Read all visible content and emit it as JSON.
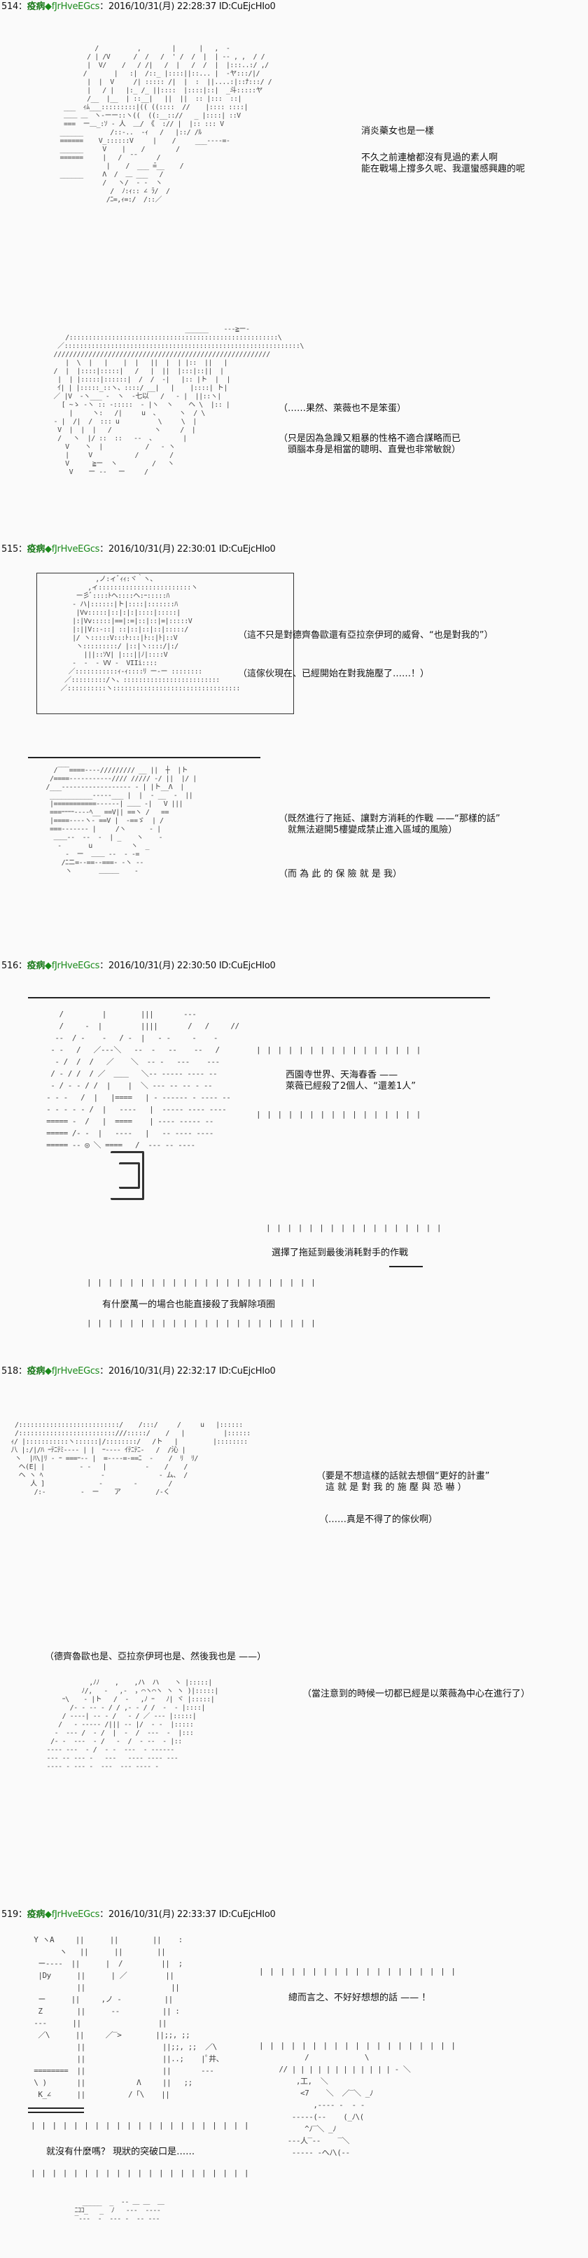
{
  "posts": [
    {
      "number": "514",
      "sep": "：",
      "name": "疫病",
      "trip": "◆fJrHveEGcs",
      "meta": "：2016/10/31(月) 22:28:37 ID:CuEjcHIo0",
      "lines": [
        {
          "id": "a",
          "text": "消炎藥女也是一樣"
        },
        {
          "id": "b",
          "text": "不久之前連槍都沒有見過的素人啊\n能在戰場上撐多久呢、我還蠻感興趣的呢"
        },
        {
          "id": "c",
          "text": "（……果然、萊薇也不是笨蛋）"
        },
        {
          "id": "d",
          "text": "（只是因為急躁又粗暴的性格不適合謀略而已\n　頭腦本身是相當的聰明、直覺也非常敏銳）"
        }
      ]
    },
    {
      "number": "515",
      "sep": "：",
      "name": "疫病",
      "trip": "◆fJrHveEGcs",
      "meta": "：2016/10/31(月) 22:30:01 ID:CuEjcHIo0",
      "lines": [
        {
          "id": "a",
          "text": "（這不只是對德齊魯歐還有亞拉奈伊珂的威脅、“也是對我的”）"
        },
        {
          "id": "b",
          "text": "（這傢伙現在、已經開始在對我施壓了……！）"
        },
        {
          "id": "c",
          "text": "（既然進行了拖延、讓對方消耗的作戰 ——“那樣的話”\n　就無法避開5樓變成禁止進入區域的風險）"
        },
        {
          "id": "d",
          "text": "（而 為 此 的 保 險 就 是 我）"
        }
      ]
    },
    {
      "number": "516",
      "sep": "：",
      "name": "疫病",
      "trip": "◆fJrHveEGcs",
      "meta": "：2016/10/31(月) 22:30:50 ID:CuEjcHIo0",
      "lines": [
        {
          "id": "a",
          "text": "西園寺世界、天海春香 ——\n萊薇已經殺了2個人、“還差1人”"
        },
        {
          "id": "b",
          "text": "選擇了拖延到最後消耗對手的作戰"
        },
        {
          "id": "c",
          "text": "有什麼萬一的場合也能直接殺了我解除項圈"
        }
      ]
    },
    {
      "number": "518",
      "sep": "：",
      "name": "疫病",
      "trip": "◆fJrHveEGcs",
      "meta": "：2016/10/31(月) 22:32:17 ID:CuEjcHIo0",
      "lines": [
        {
          "id": "a",
          "text": "（要是不想這樣的話就去想個“更好的計畫”\n　這 就 是 對 我 的 施 壓 與 恐 嚇 ）"
        },
        {
          "id": "b",
          "text": "（……真是不得了的傢伙啊）"
        },
        {
          "id": "c",
          "text": "（德齊魯歐也是、亞拉奈伊珂也是、然後我也是 ——）"
        },
        {
          "id": "d",
          "text": "（當注意到的時候一切都已經是以萊薇為中心在進行了）"
        }
      ]
    },
    {
      "number": "519",
      "sep": "：",
      "name": "疫病",
      "trip": "◆fJrHveEGcs",
      "meta": "：2016/10/31(月) 22:33:37 ID:CuEjcHIo0",
      "lines": [
        {
          "id": "a",
          "text": "總而言之、不好好想想的話 —— ！"
        },
        {
          "id": "b",
          "text": "就沒有什麼嗎？ 現狀的突破口是……"
        }
      ]
    }
  ],
  "ascii_art": {
    "p514_fig1": "          /          ,        |      |   ,  ‐\n        / | /V      /  /   /  ' /  /  |  | ‐‐ , ,  / /\n        |  V/    /   / /|   /  |   /  /  |  |:::..:/ ,/\n       /       |   :|  /::_ |::::||::... |  ‐ヤ:::/|/\n        |  |  V     /| ::::: /|  |  :  ||....:|::ﾅ:::/ /\n        |   / |   |:_ /_ ||::::  |::::|::|  _斗:::::ヤ\n        /__  |__  | ::__|   ||  ||  :: |:::  ::|\n  ___  ｨﾑ___:::::::::|(( ((::::  //    |:::: ::::|\n  ＿＿ ＿　ヽ‐ーー::ヽ((  ((:__:://   _ |::::| ::V\n  ===  ー＿_:ｿ ‐ 人  ＿/ 《  :// |  |:: ::: V\n ______       /::-..  -ｨ   /   |::/ /ﾙ\n ======    V_::::::V     |    /     ___----=-\n ______     V    |    /        /\n ======     |   /  ̄ ̄      /\n             |    /  ___ ̄=__    /\n ______     Λ  /  ＿ ___   /\n            /   ヽ/  ‐ ‐  ヽ\n              /  ﾉ:ｨ:: ∠ ﾗ/  /\n             /ﾆ=,ｨ=:/  /::／",
    "p514_fig2": "                                     ______    ‐--≧ー‐\n      /::::::::::::::::::::::::::::::::::::::::::::::::::::::\\\n    ／:::::::::::::::::::::::::::::::::::::::::::::::::::::::::::::\\\n   ////////////////////////////////////////////////////////\n      |  \\  |   |    |  |   ||  |  | |::  ||   |\n   /  |  |::::|:::::|   /   |  ||  |:::|::||  |\n    |  | |:::::|::::::|  /  /  ‐|   |:: |ト  |  |\n    ｲ| | |:::::_::ヽ、::::/ __|   |    |::::| ト|\n   ／ |V  ‐ヽ___ ‐  ヽ  ‐七以   /   ‐ |  ||::ヽ|\n     [ ~ゝ ‐ヽ :: ‐:::::  ‐ |ヽ  ヽ    ヘ \\  |:: |\n       |     ヽ:   /|     u  、     ヽ  / \\\n   ‐ |  /|  /  ::: u          \\     \\  |\n    V  |  |  |   /           ヽ     /  |\n    /   ヽ  |/ ::  ::   ‐‐  、       |\n      V    ヽ  |           /   ‐ ヽ\n      |     V           /        /\n      V      ≧ー  ヽ         /   ヽ\n       V    ー ‐‐   ー     /",
    "p515_fig1": "            ,ノ:ィﾞｨｨ:ヾ｀ヽ、\n          ,ィ::::::::::::::::::::::::ヽ\n       ー彡ﾞ::::ﾄヘ::::ヘ:ｰ:::::ﾊ\n      ‐ ハ|::::::|ト|::::|:::::::ﾊ\n       |Vv:::::|::|:|:|::::|:::::|\n      |:|Vv:::::|==|:=|::|::|=|:::::V\n      |:||V::‐::| ::|::|::|::|:::::/\n      |/ ヽ:::::V:::ﾄ:::|ﾄ::|ﾄ|::V\n       ヽ:::::::::/ |::|ヽ::::/|:/\n         |||::ｿV| |:::||ﾉ|::::V\n      ‐  ‐  ‐ VV ‐  VIIi::::\n     ／:::::::::::ｨ‐ｨ::::ﾘ ー‐ー ::::::::\n    ／:::::::::/ヽ、:::::::::::::::::::::::::\n   ／::::::::::ヽ:::::::::::::::::::::::::::::::::",
    "p515_fig2": "   /‾‾‾====‐‐‐‐///////// __ ||  ┼  |ト\n  /====‐‐‐‐‐‐‐‐‐‐‐//// ///// ‐/ ||  |/ |\n /___‐‐‐‐‐‐‐‐‐‐‐‐‐‐‐‐‐‐ ‐ | |ト__Λ  |\n  ___________‐‐‐‐‐___ |  |  ‐ __  ‐  ||\n  |===========‐‐‐‐‐‐| ＿＿ ‐|   V |||\n  ===ｰｰｰｰ‐‐‐‐ﾍ__ ==V|| ==ヽ /   ==\n  |====‐‐‐‐ヽ‐ ==V |  ‐==ゞ  | /\n  ===‐‐‐‐‐‐‐ |     /ヽ      ‐ |\n   ＿＿‐‐  ‐‐  ‐  | _    ヽ    ‐\n    ‐       u          ヽ  _\n      ‐  ー  ＿＿ ‐‐  ‐ ‐=\n     /ﾆニ=‐‐==‐‐===‐ ‐ヽ -‐\n      ヽ       ＿＿＿    ‐",
    "p516_bg": "    /         |        |||       ‐‐‐\n    /     ‐  |         ||||       /   /     //\n   ‐‐  / ‐    ‐   / ‐  |   ‐ ‐     ‐    ‐\n  ‐ ‐   /   ／‐‐‐＼   ‐‐  ‐   ‐‐    ‐‐   /\n   ‐ /  /  /   ／    ＼  ‐‐ ‐   ‐‐‐    ‐‐‐\n  / ‐ / /  / ／  ＿＿   ＼‐‐ ‐‐‐‐‐ ‐‐‐‐ ‐‐\n  ‐ / ‐ ‐ / /  |    |  ＼ ‐‐‐ ‐‐ ‐‐ ‐ ‐‐\n ‐ ‐ ‐   /  |   |====   | ‐ ‐‐‐‐‐‐ ‐ ‐‐‐‐ ‐‐\n ‐ ‐ ‐ ‐ ‐ /  |   ‐‐‐‐   |  ‐‐‐‐‐ ‐‐‐‐ ‐‐‐‐\n ===== ‐  /   |  ====    | ‐‐‐‐ ‐‐‐‐‐ ‐‐\n ===== /‐ ‐  |   ‐‐‐‐   |   ‐‐ ‐‐‐‐ ‐‐‐‐\n ===== ‐‐ ◎ ＼ ====   /  ‐‐‐ ‐‐ ‐‐‐‐",
    "p518_fig1": "  /::::::::::::::::::::::::::/    /:::/     /     u   |::::::\n  /:::::::::::::::::::::::::///:::::/    /   |          |::::::\n ｨ/ |:::::::::::ヽ::::::|/::::::::/   /ト   |         |::::::::\n 八 |:/|/ﾊ ｰﾃﾆﾃﾐ‐‐‐‐ | |  ｰ‐‐‐‐ ｲﾃﾆﾃﾆ‐   /  /沁 |\n  ヽ  |ﾊ\\|ﾘ ‐ ｰ ===ｰ‐‐ |  =‐‐‐‐=‐==ﾆ  ‐    /  ﾘ  ﾘ/\n   ヘ(E| |         ‐ ‐   |          ‐    /    /\n   ヘ ヽ ﾍ               ‐              ‐ ム、 /\n      人 ]              ‐        ‐        /\n       /:‐         ‐  ー    ア         /‐く",
    "p518_fig2": "              ,ﾉﾉ    ,    ,ハ  ハ    ヽ |:::::|\n            ﾉ/,   ‐   ,‐  ，⌒ヽ⌒ヽ ヽ ヽ )|:::::|\n       ｰ\\ 　 ‐ |ト   /  ‐   ,ﾉ ｰ   ﾉ| ヾ |:::::|\n         /‐ ‐ ‐‐ ‐ / / ,‐ ‐ / /  ‐  ‐ |::::|\n       / ‐‐‐‐| ‐‐ ‐ /   ‐ / ／ ‐‐‐ |:::::|\n      /   ‐ ‐‐‐‐‐ /||| ‐‐ |/  ‐ ‐  |:::::\n     ‐  ‐‐‐ /  ‐ /  |  ‐  /  ‐‐‐  ‐  |:::\n    /‐ ‐  ‐‐‐  ‐ /   ‐  /  ‐ ‐‐  ‐ |::\n   ‐‐‐‐ ‐‐‐  ‐ /  ‐ ‐  ‐‐‐  ‐ ‐‐‐‐‐‐\n   ‐‐‐ ‐‐ ‐‐‐ ‐   ‐‐‐   ‐‐‐‐ ‐‐‐‐ ‐‐‐\n   ‐‐‐‐ ‐ ‐‐‐ ‐  ‐‐‐  ‐‐‐ ‐‐‐‐ ‐",
    "p519_fig1": "  Y ヽA     ||      ||        ||    :\n        ヽ   ||      ||        ||\n   ー‐‐‐‐  ||      |  /         ||  ;\n   |Dy      ||      | ／         ||\n            ||                    ||\n   ー      ||     ,ノ ‐          ||  \n   Z        ||      ‐‐          || :\n  ‐‐‐      ||                  ||\n   ／\\      ||     ／‾>        ||;;, ;;\n            ||                  ||;;, ;;  ／\\\n            ||                  ||..;    |ﾟ井、\n  ========  ||                  ||       ‐‐‐\n  \\ )       ||            Λ     ||   ;;\n   K_∠      ||          /「\\    ||",
    "p519_fig2": "         /             \\\n   // | | | | | | | | | | | | ‐ ＼\n       ,工,  ＼\n        <7    ＼  ／‾＼ _ﾉ\n           ,‐‐‐‐ ‐  ‐ ‐\n      ‐‐‐‐‐(‐‐    (_ﾉ\\(\n         ^ﾉ‾＼ _ﾉ\n     ‐‐‐人‾‐‐    ‾＼\n      ‐‐‐‐‐ ‐ヘﾉ\\(‐‐",
    "p519_fig3": "     _____  _  ‐‐ ＿ ＿  ＿\n   ﾆｺｺ_   _  ﾉ   ‐‐‐  ‐‐‐‐\n   ‾‐‐‐  ‐  ‐‐‐ ‐  ‐‐ ‐‐‐"
  },
  "hatching": {
    "vbar": "| | | | | | | | | | | | | | | | | | | | | | | | | | | | | | | | | | | | | |"
  }
}
